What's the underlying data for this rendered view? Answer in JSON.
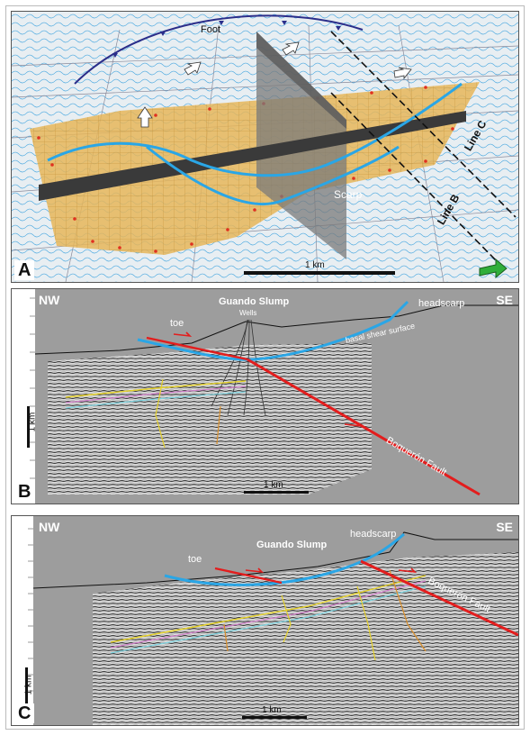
{
  "panels": {
    "a": {
      "letter": "A",
      "labels": {
        "foot": "Foot",
        "scarp": "Scarp",
        "line_c": "Line C",
        "line_b": "Line B",
        "scale": "1 km"
      }
    },
    "b": {
      "letter": "B",
      "labels": {
        "nw": "NW",
        "se": "SE",
        "title": "Guando Slump",
        "wells": "Wells",
        "headscarp": "headscarp",
        "toe": "toe",
        "basal": "basal shear surface",
        "fault": "Boquerón Fault",
        "vscale": "1 km",
        "hscale": "1 km"
      }
    },
    "c": {
      "letter": "C",
      "labels": {
        "nw": "NW",
        "se": "SE",
        "title": "Guando Slump",
        "headscarp": "headscarp",
        "toe": "toe",
        "fault": "Boquerón Fault",
        "vscale": "1 km",
        "hscale": "1 km"
      }
    }
  },
  "colors": {
    "slip_surface": "#2aa6e6",
    "fault": "#e31d1d",
    "horizon_yellow": "#e5d12a",
    "horizon_pink": "#cf7fc9",
    "horizon_cyan": "#7ed3df",
    "horizon_orange": "#d98e2a",
    "contour": "#49a8e0",
    "map_fill": "#e6b65a"
  }
}
